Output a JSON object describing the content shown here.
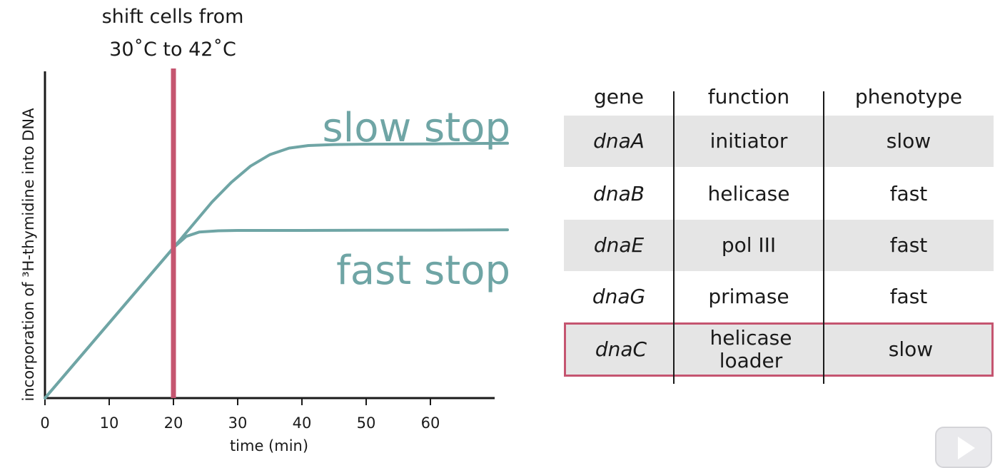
{
  "chart_data": {
    "type": "line",
    "title": "",
    "xlabel": "time (min)",
    "ylabel": "incorporation of ³H-thymidine into DNA",
    "xlim": [
      0,
      70
    ],
    "ylim": [
      0,
      100
    ],
    "x_ticks": [
      0,
      10,
      20,
      30,
      40,
      50,
      60
    ],
    "grid": false,
    "annotation": {
      "label_line1": "shift cells from",
      "label_line2": "30˚C to 42˚C",
      "x": 20
    },
    "series": [
      {
        "name": "slow stop",
        "x": [
          0,
          20,
          23,
          26,
          29,
          32,
          35,
          38,
          41,
          45,
          50,
          60,
          72
        ],
        "y": [
          0,
          46,
          53,
          60,
          66,
          71,
          74.5,
          76.5,
          77.3,
          77.6,
          77.7,
          77.8,
          78
        ]
      },
      {
        "name": "fast stop",
        "x": [
          0,
          20,
          22,
          24,
          27,
          30,
          40,
          60,
          72
        ],
        "y": [
          0,
          46,
          49.5,
          50.8,
          51.2,
          51.3,
          51.3,
          51.4,
          51.5
        ]
      }
    ],
    "colors": {
      "line": "#6fa5a5",
      "shift_line": "#c55570",
      "axis": "#1a1a1a"
    }
  },
  "table": {
    "headers": [
      "gene",
      "function",
      "phenotype"
    ],
    "rows": [
      {
        "gene": "dnaA",
        "function": "initiator",
        "phenotype": "slow"
      },
      {
        "gene": "dnaB",
        "function": "helicase",
        "phenotype": "fast"
      },
      {
        "gene": "dnaE",
        "function": "pol III",
        "phenotype": "fast"
      },
      {
        "gene": "dnaG",
        "function": "primase",
        "phenotype": "fast"
      },
      {
        "gene": "dnaC",
        "function": "helicase\nloader",
        "phenotype": "slow"
      }
    ]
  },
  "player": {
    "play_icon": "play-icon"
  }
}
